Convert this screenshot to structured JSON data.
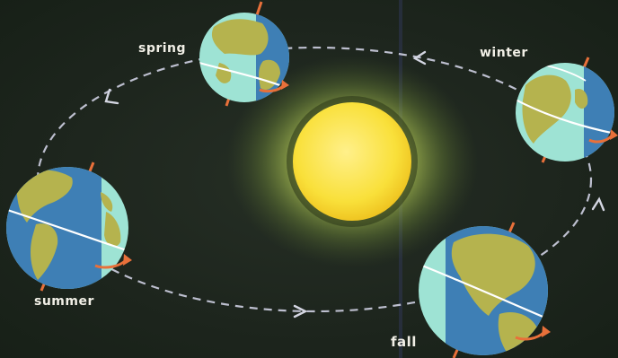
{
  "labels": {
    "spring": "spring",
    "winter": "winter",
    "summer": "summer",
    "fall": "fall"
  },
  "colors": {
    "background": "#1d251d",
    "orbit": "#bdbfcf",
    "sun": "#f8dd3a",
    "glow": "#a8c24e",
    "ocean_lit": "#9ee3d4",
    "ocean_dark": "#3e7fb5",
    "land": "#b5b34e",
    "axis": "#e8703a",
    "text": "#f1efe6"
  },
  "icons": [
    "sun-icon",
    "earth-globe-icon",
    "orbit-arrow-icon",
    "rotation-arrow-icon"
  ]
}
